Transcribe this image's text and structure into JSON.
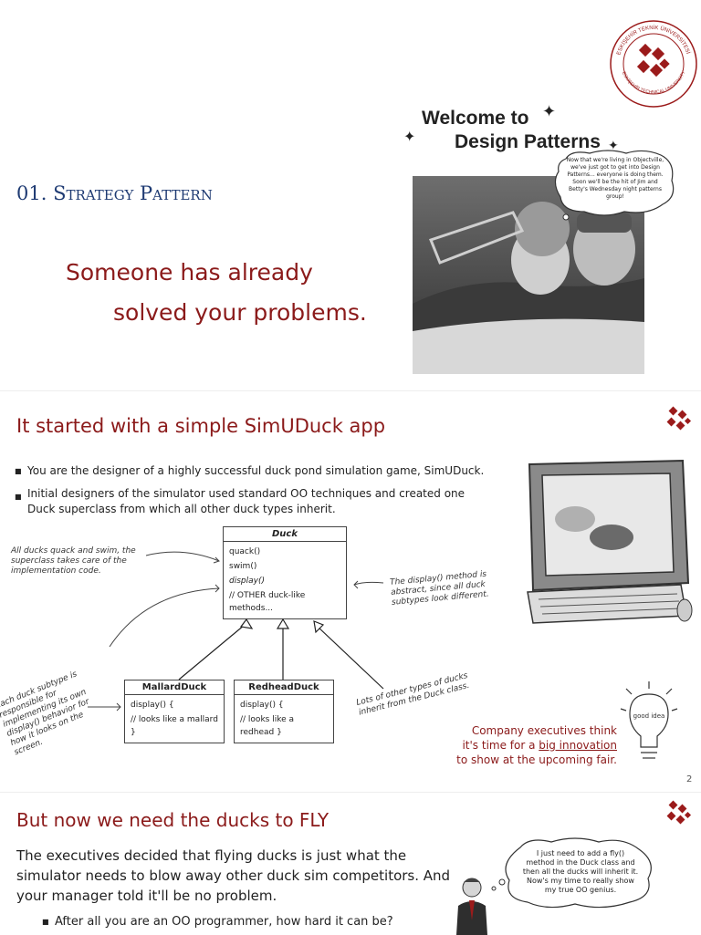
{
  "slide1": {
    "title": "01. Strategy Pattern",
    "subtitle_line1": "Someone has already",
    "subtitle_line2": "solved your problems.",
    "book_title_line1": "Welcome to",
    "book_title_line2": "Design Patterns",
    "bubble_text": "Now that we're living in Objectville, we've just got to get into Design Patterns... everyone is doing them. Soon we'll be the hit of Jim and Betty's Wednesday night patterns group!",
    "seal_text_top": "ESKİŞEHİR TEKNİK ÜNİVERSİTESİ",
    "seal_text_bottom": "ESKİŞEHİR TECHNICAL UNIVERSITY"
  },
  "slide2": {
    "title": "It started with a simple SimUDuck app",
    "bullets": [
      "You are the designer of a highly successful duck pond simulation game, SimUDuck.",
      "Initial designers of the simulator used standard OO techniques and created one Duck superclass from which all other duck types inherit."
    ],
    "duck_class": {
      "name": "Duck",
      "methods": [
        "quack()",
        "swim()",
        "display()",
        "// OTHER duck-like methods..."
      ]
    },
    "mallard": {
      "name": "MallardDuck",
      "methods": [
        "display() {",
        "// looks like a mallard }"
      ]
    },
    "redhead": {
      "name": "RedheadDuck",
      "methods": [
        "display() {",
        "// looks like a redhead }"
      ]
    },
    "notes": {
      "left_top": "All ducks quack and swim, the superclass takes care of the implementation code.",
      "right": "The display() method is abstract, since all duck subtypes look different.",
      "left_bottom": "Each duck subtype is responsible for implementing its own display() behavior for how it looks on the screen.",
      "right_bottom": "Lots of other types of ducks inherit from the Duck class."
    },
    "callout_parts": [
      "Company executives think it's time for a ",
      "big innovation",
      " to show at the upcoming fair."
    ],
    "page_number": "2",
    "idea_label": "good idea"
  },
  "slide3": {
    "title": "But now we need the ducks to FLY",
    "body": "The executives decided that flying ducks is just what the simulator needs to blow away other duck sim competitors. And your manager told it'll be no problem.",
    "bullet": "After all you are an OO programmer, how hard it can be?",
    "thought": "I just need to add a fly() method in the Duck class and then all the ducks will inherit it. Now's my time to really show my true OO genius."
  },
  "colors": {
    "title_red": "#8b1a1a",
    "title_navy": "#1f3b73",
    "logo_red": "#9b1b1b"
  }
}
